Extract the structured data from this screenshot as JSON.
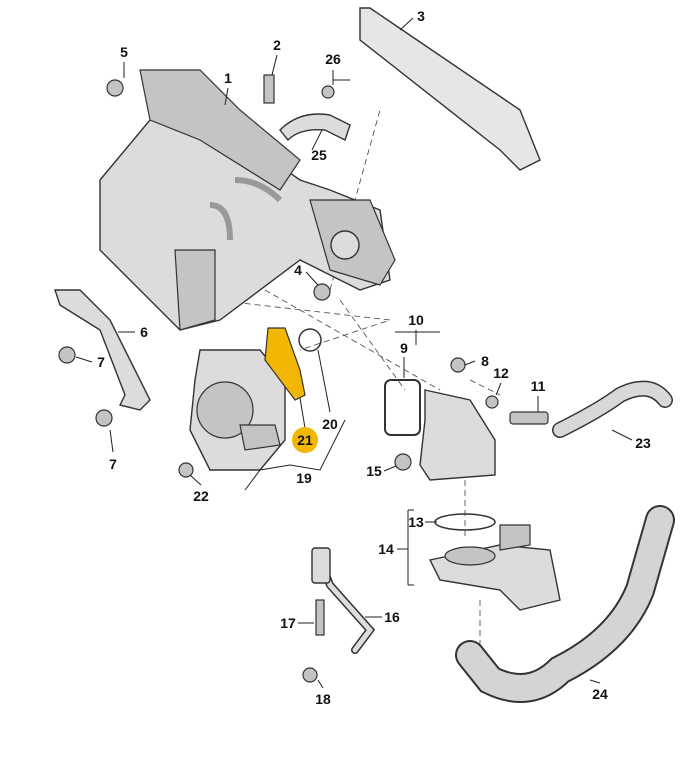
{
  "highlight_color": "#f2b705",
  "highlighted_part": "21",
  "callouts": {
    "n1": "1",
    "n2": "2",
    "n3": "3",
    "n4": "4",
    "n5": "5",
    "n6": "6",
    "n7a": "7",
    "n7b": "7",
    "n8": "8",
    "n9": "9",
    "n10": "10",
    "n11": "11",
    "n12": "12",
    "n13": "13",
    "n14": "14",
    "n15": "15",
    "n16": "16",
    "n17": "17",
    "n18": "18",
    "n19": "19",
    "n20": "20",
    "n21": "21",
    "n22": "22",
    "n23": "23",
    "n24": "24",
    "n25": "25",
    "n26": "26"
  }
}
